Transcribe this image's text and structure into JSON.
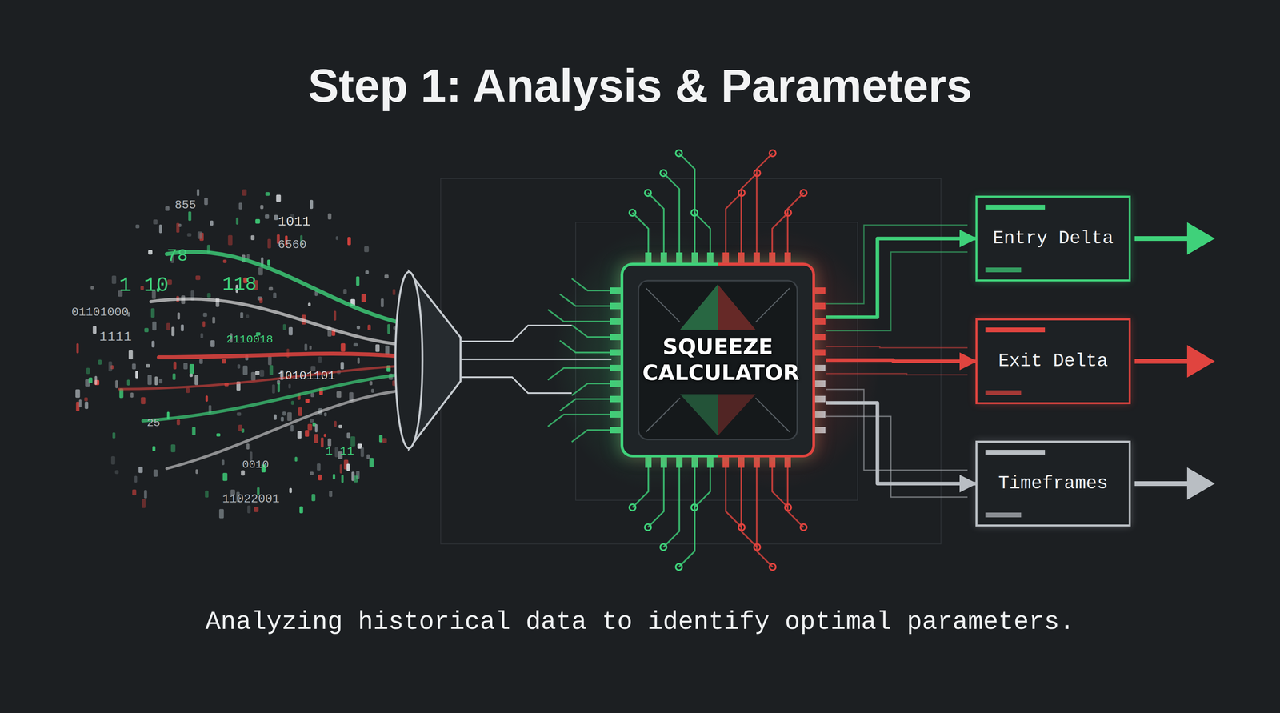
{
  "diagram": {
    "title": "Step 1: Analysis & Parameters",
    "caption": "Analyzing historical data to identify optimal parameters.",
    "nodes": [
      {
        "text": [
          "SQUEEZE CALCULATOR"
        ]
      },
      {
        "text": [
          "Entry Delta"
        ]
      },
      {
        "text": [
          "Exit Delta"
        ]
      },
      {
        "text": [
          "Timeframes"
        ]
      }
    ],
    "edges": [
      {
        "from": 0,
        "to": 1,
        "arrow": "to"
      },
      {
        "from": 0,
        "to": 2,
        "arrow": "to"
      },
      {
        "from": 0,
        "to": 3,
        "arrow": "to"
      }
    ],
    "labels": [
      "855",
      "1011",
      "6560",
      "01101000",
      "1111",
      "11022001",
      "10101101",
      "2110018",
      "118",
      "1 10",
      "78",
      "0010",
      "25",
      "1 11"
    ]
  }
}
